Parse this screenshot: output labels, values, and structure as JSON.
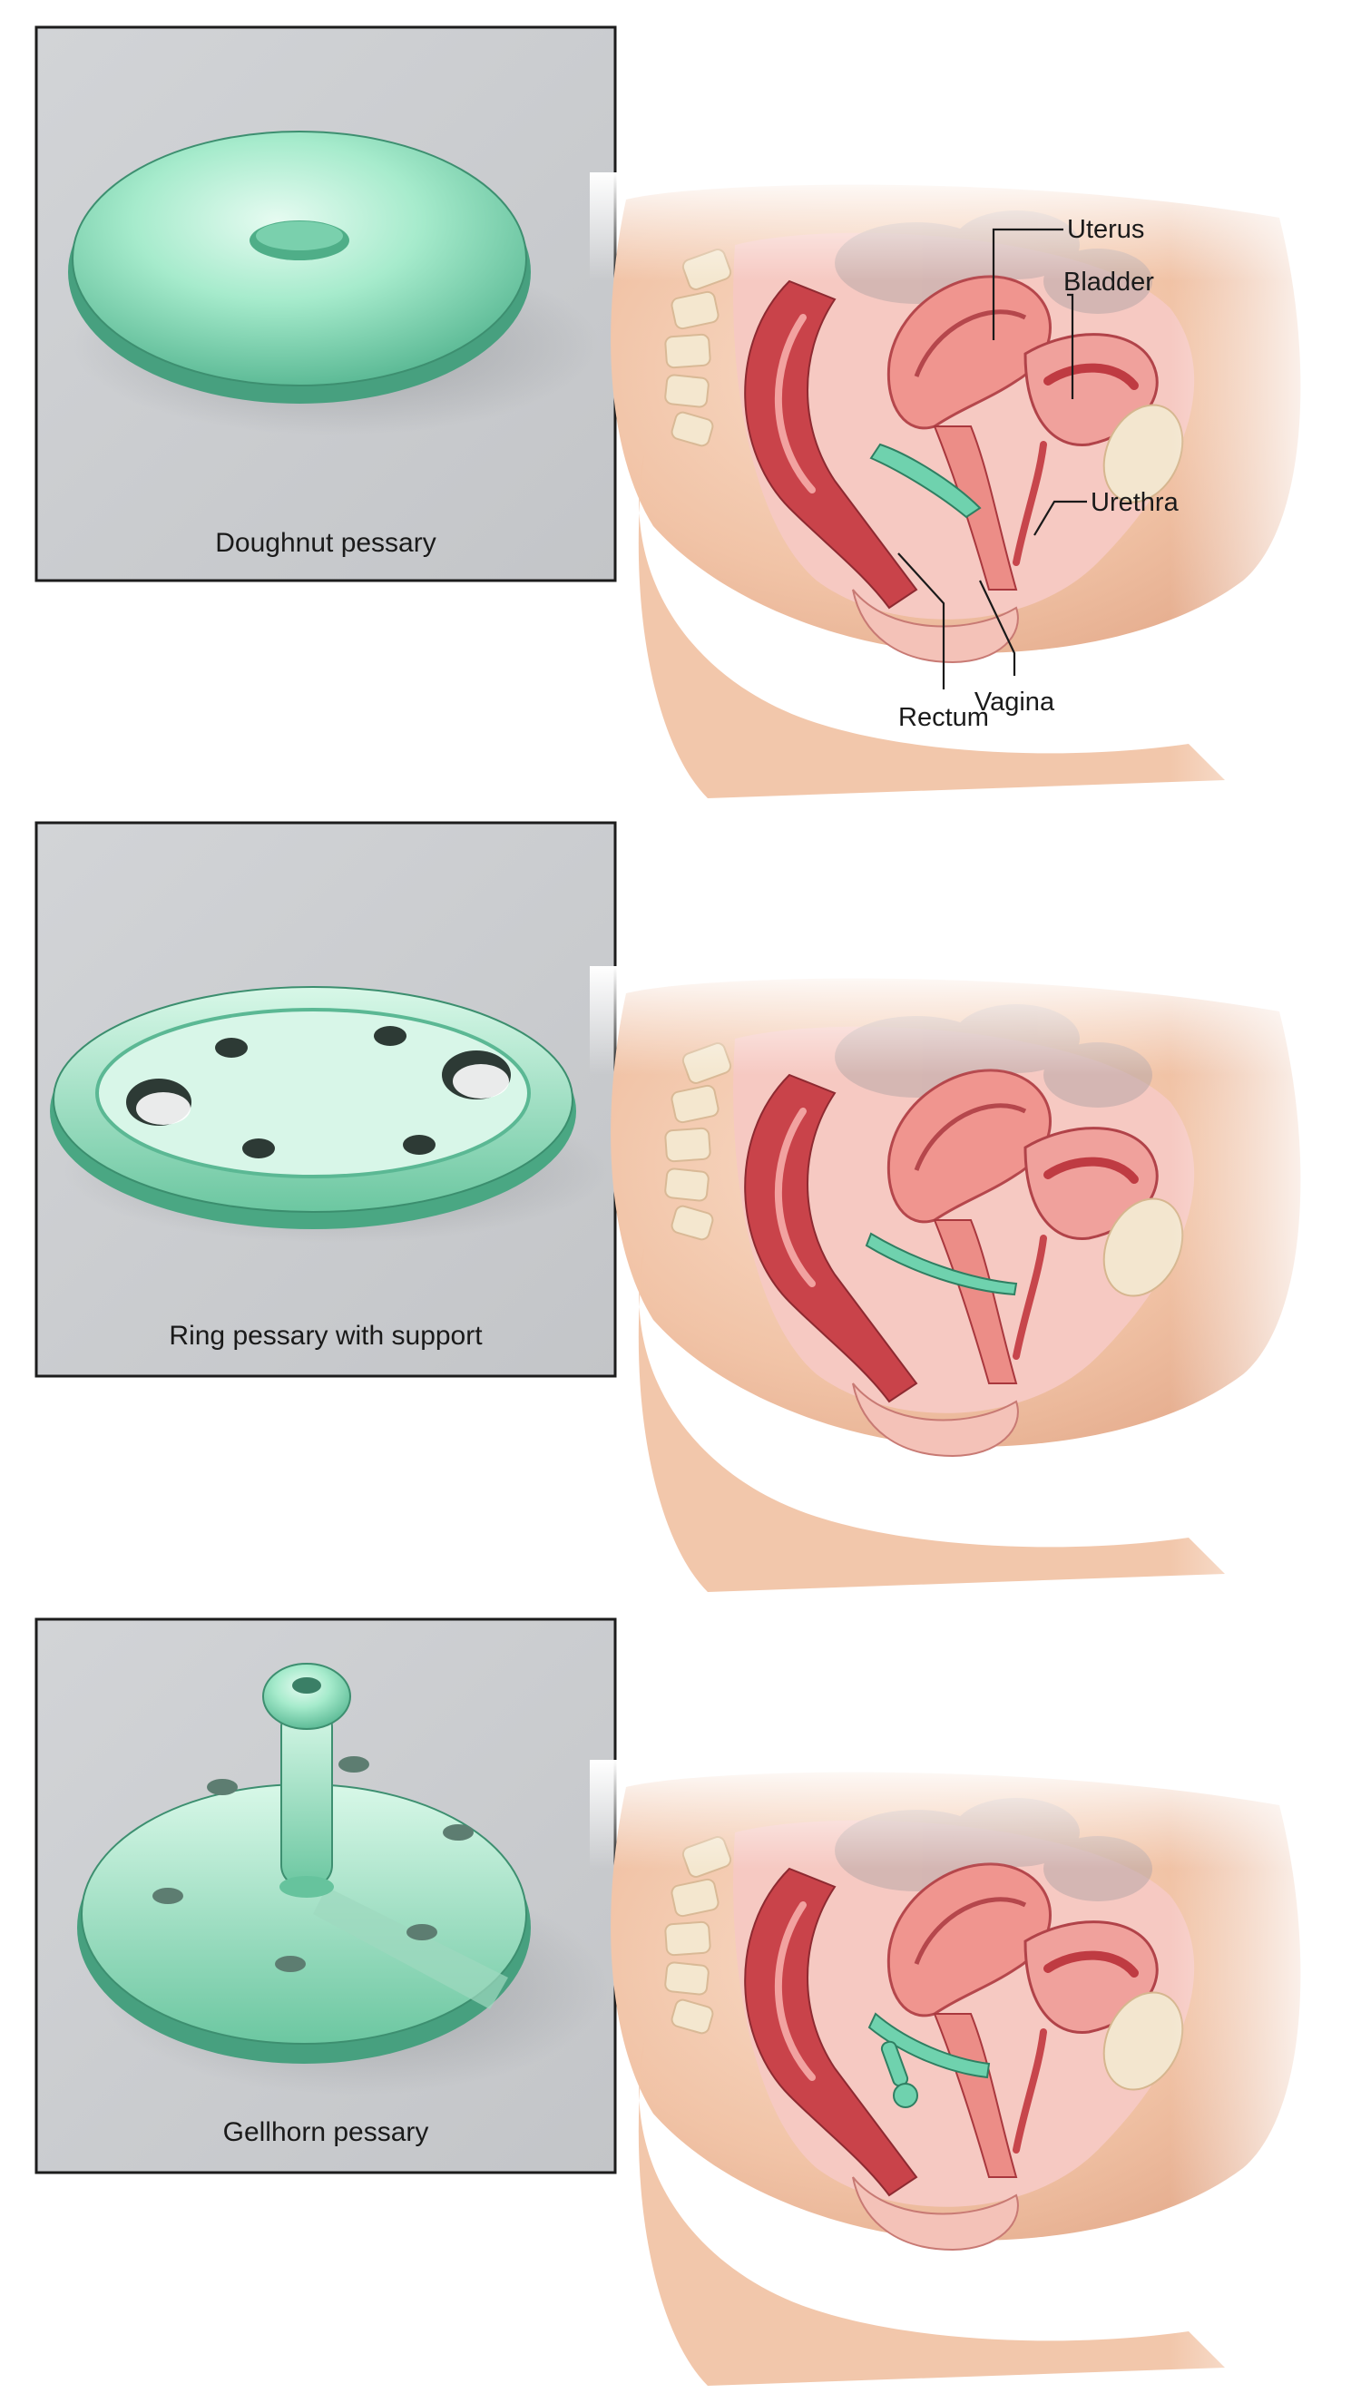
{
  "panels": [
    {
      "id": "doughnut",
      "caption": "Doughnut pessary"
    },
    {
      "id": "ring",
      "caption": "Ring pessary with support"
    },
    {
      "id": "gellhorn",
      "caption": "Gellhorn pessary"
    }
  ],
  "anatomy_labels": {
    "uterus": "Uterus",
    "bladder": "Bladder",
    "urethra": "Urethra",
    "vagina": "Vagina",
    "rectum": "Rectum"
  },
  "colors": {
    "panel_background": "#c9cbce",
    "pessary_green": "#8fe0bf",
    "pessary_dark": "#3d9c7b",
    "skin": "#f0c4a8",
    "tissue_pink": "#f3aaa4",
    "tissue_red": "#cc4a4e"
  }
}
